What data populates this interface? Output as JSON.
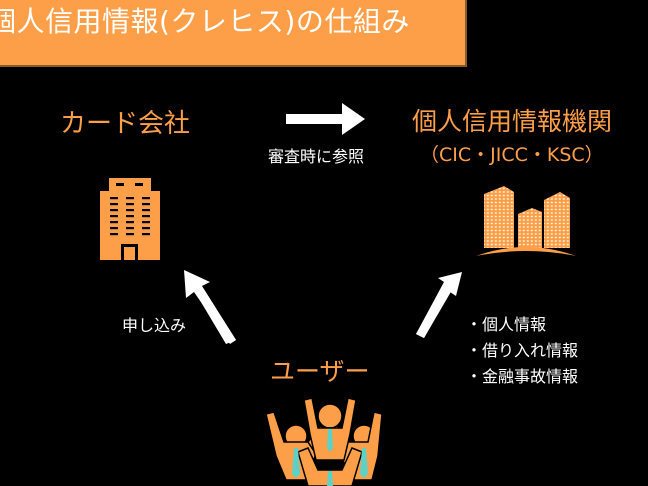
{
  "title": "個人信用情報(クレヒス)の仕組み",
  "colors": {
    "accent": "#fd9f48",
    "background": "#000000",
    "text": "#ffffff",
    "tie": "#5fd0c6"
  },
  "nodes": {
    "card_company": {
      "label": "カード会社",
      "icon": "office-building-icon"
    },
    "credit_bureau": {
      "label": "個人信用情報機関",
      "sublabel": "（CIC・JICC・KSC）",
      "icon": "city-buildings-icon"
    },
    "user": {
      "label": "ユーザー",
      "icon": "people-group-icon"
    }
  },
  "arrows": {
    "card_to_bureau": {
      "label": "審査時に参照",
      "icon": "arrow-right-icon"
    },
    "user_to_card": {
      "label": "申し込み",
      "icon": "arrow-up-left-icon"
    },
    "user_to_bureau": {
      "icon": "arrow-up-right-icon"
    }
  },
  "info_items": [
    "・個人情報",
    "・借り入れ情報",
    "・金融事故情報"
  ]
}
